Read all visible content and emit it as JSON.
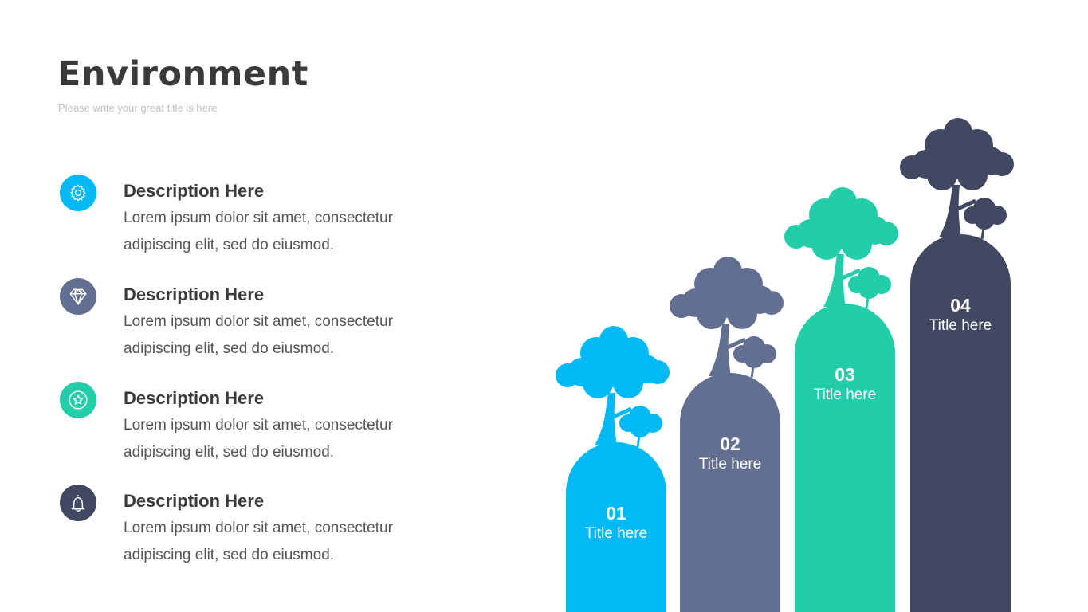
{
  "header": {
    "title": "Environment",
    "subtitle": "Please write your great title is here"
  },
  "items": [
    {
      "icon": "gear-icon",
      "color": "#00B9F5",
      "heading": "Description Here",
      "text": "Lorem ipsum dolor sit amet, consectetur adipiscing elit, sed do eiusmod."
    },
    {
      "icon": "diamond-icon",
      "color": "#636F91",
      "heading": "Description Here",
      "text": "Lorem ipsum dolor sit amet, consectetur adipiscing elit, sed do eiusmod."
    },
    {
      "icon": "star-icon",
      "color": "#22CEAA",
      "heading": "Description Here",
      "text": "Lorem ipsum dolor sit amet, consectetur adipiscing elit, sed do eiusmod."
    },
    {
      "icon": "bell-icon",
      "color": "#414862",
      "heading": "Description Here",
      "text": "Lorem ipsum dolor sit amet, consectetur adipiscing elit, sed do eiusmod."
    }
  ],
  "bars": [
    {
      "number": "01",
      "title": "Title here",
      "color": "#00B9F5",
      "level": 1
    },
    {
      "number": "02",
      "title": "Title here",
      "color": "#636F91",
      "level": 2
    },
    {
      "number": "03",
      "title": "Title here",
      "color": "#22CEAA",
      "level": 3
    },
    {
      "number": "04",
      "title": "Title here",
      "color": "#414862",
      "level": 4
    }
  ]
}
